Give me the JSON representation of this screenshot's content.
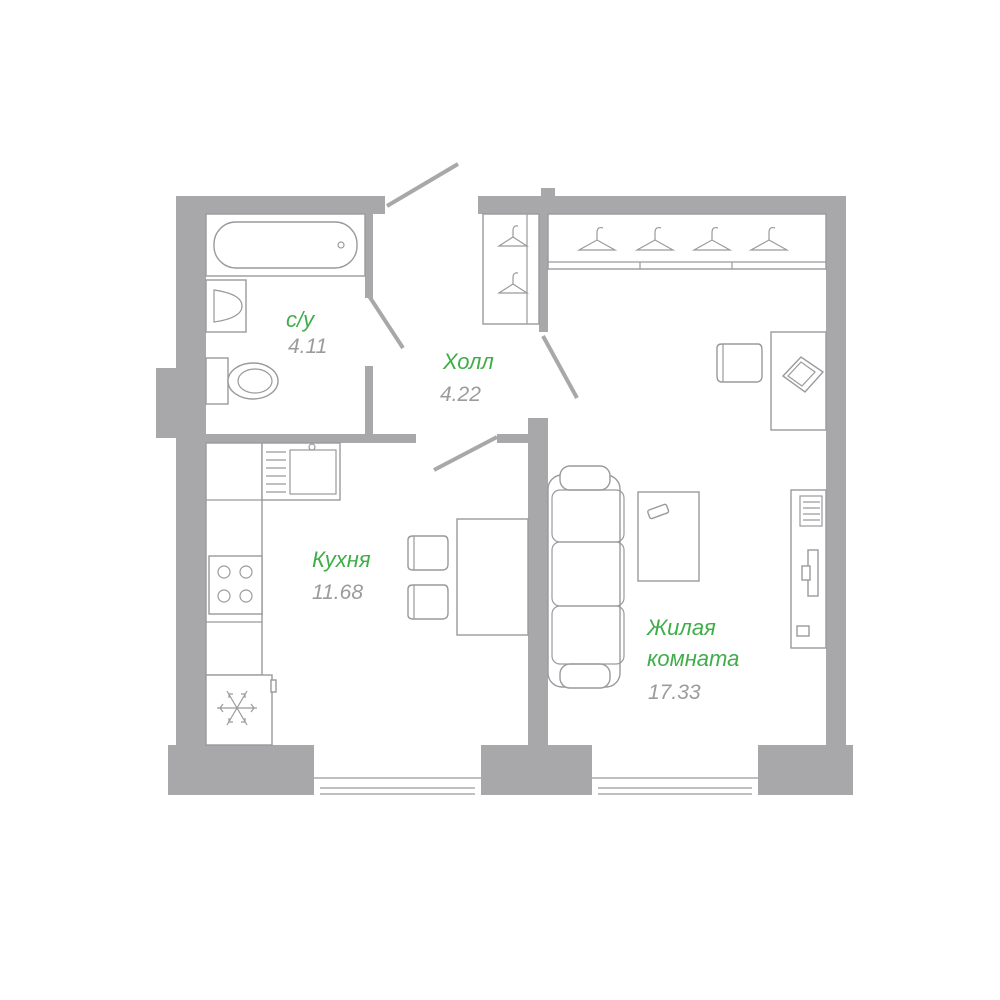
{
  "rooms": {
    "bathroom": {
      "name": "с/у",
      "area": "4.11"
    },
    "hall": {
      "name": "Холл",
      "area": "4.22"
    },
    "kitchen": {
      "name": "Кухня",
      "area": "11.68"
    },
    "living": {
      "name_line1": "Жилая",
      "name_line2": "комната",
      "area": "17.33"
    }
  },
  "colors": {
    "wall": "#a8a8aa",
    "room_name": "#3fae49",
    "room_area": "#9b9b9d",
    "furniture_stroke": "#9a9a9c"
  },
  "icons": {
    "fridge": "snowflake-icon",
    "wardrobe": "hanger-icon",
    "tv_unit": "tv-icon"
  }
}
